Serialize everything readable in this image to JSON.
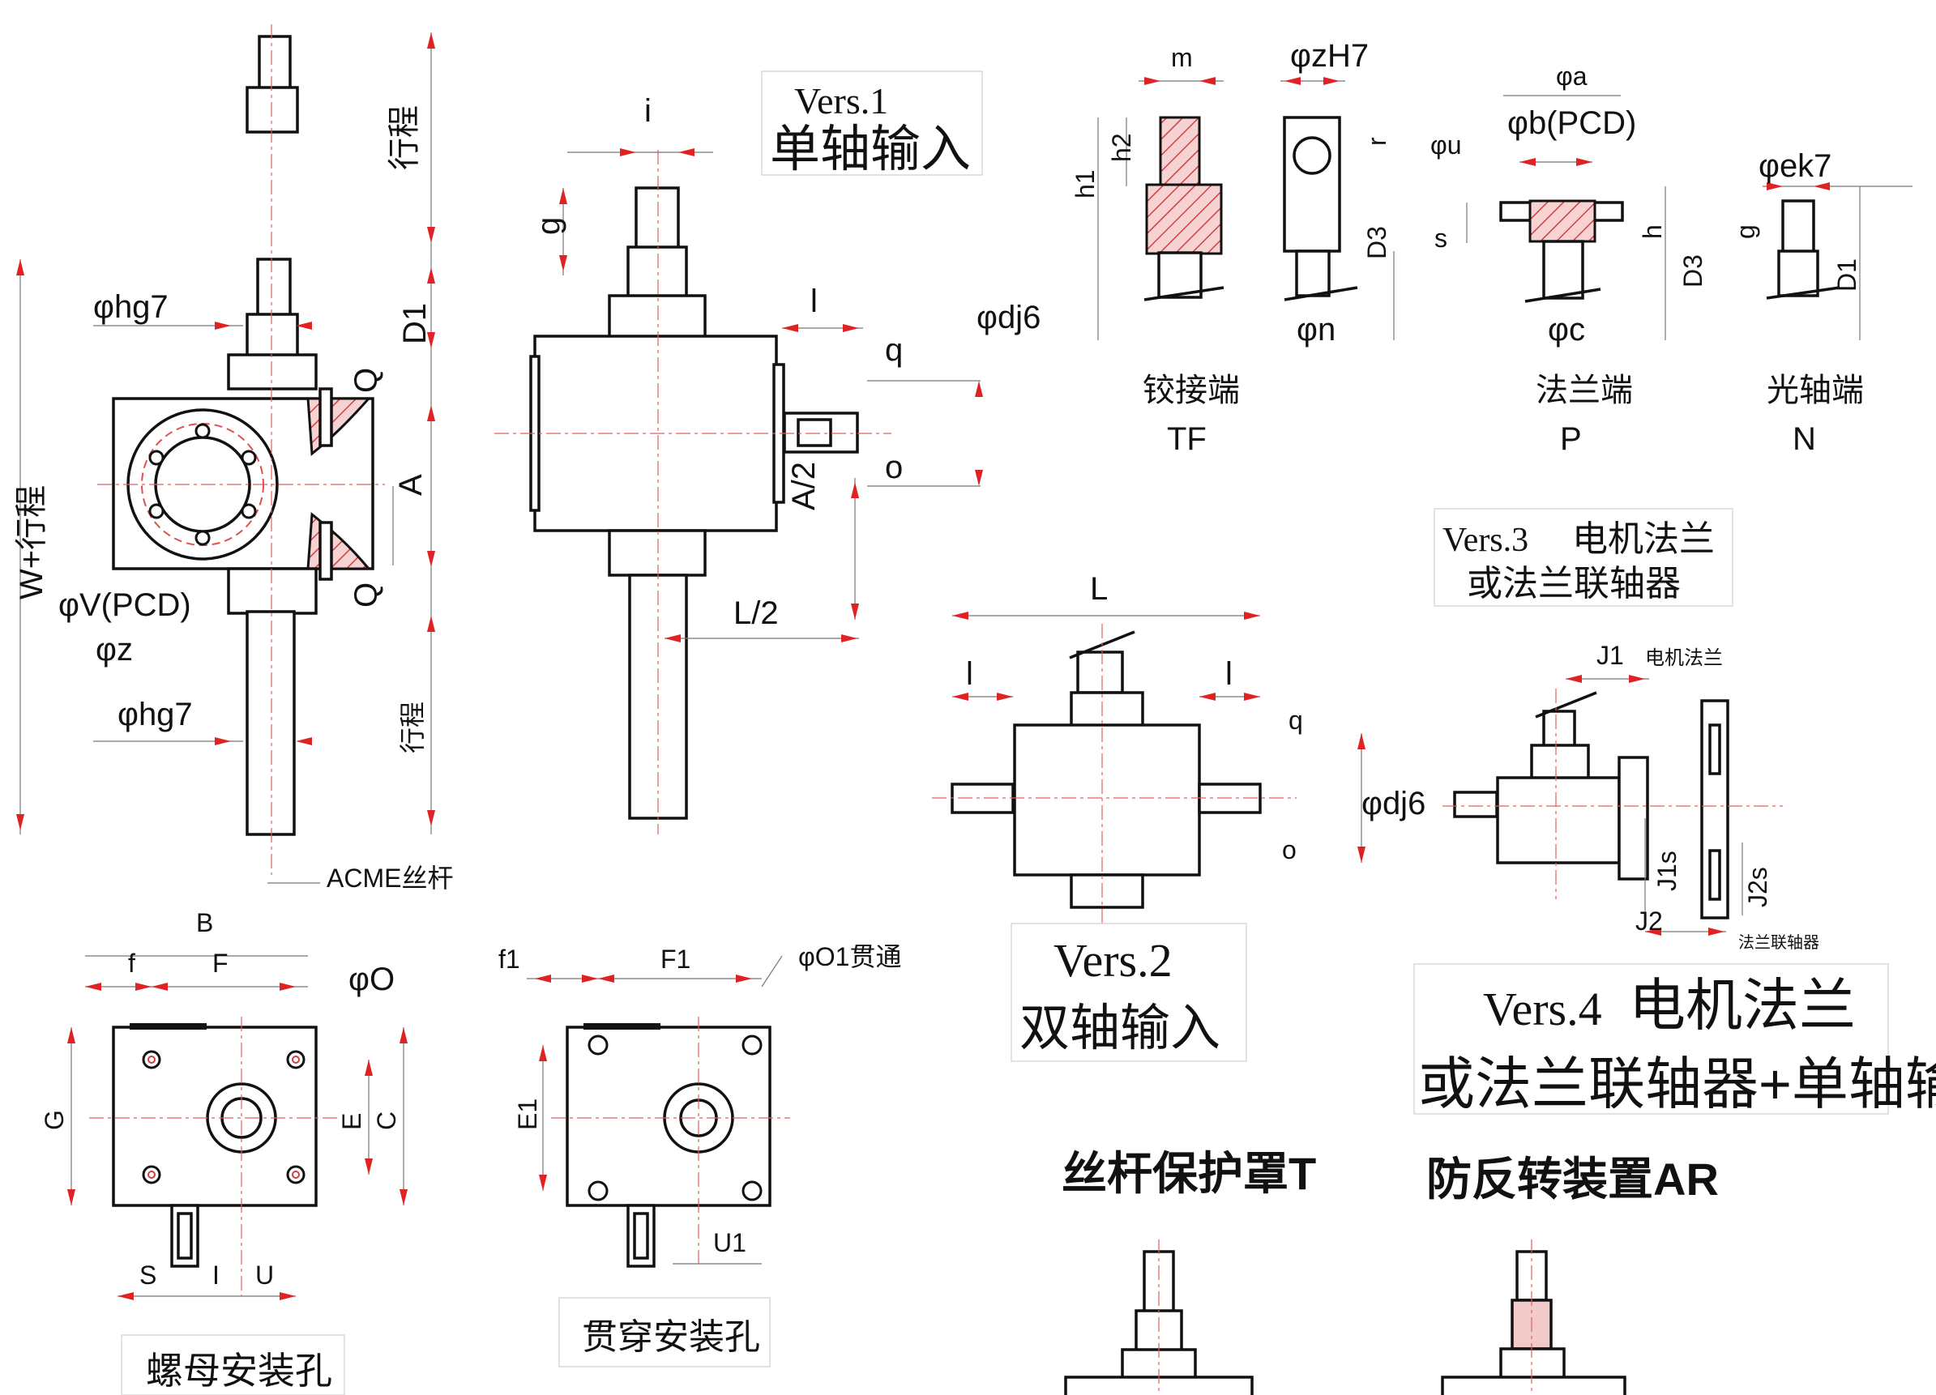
{
  "versions": {
    "v1": {
      "code": "Vers.1",
      "text": "单轴输入"
    },
    "v2": {
      "code": "Vers.2",
      "text": "双轴输入"
    },
    "v3": {
      "code": "Vers.3",
      "text1": "电机法兰",
      "text2": "或法兰联轴器"
    },
    "v4": {
      "code": "Vers.4",
      "text1": "电机法兰",
      "text2": "或法兰联轴器+单轴输入"
    }
  },
  "end_types": {
    "tf": {
      "name": "铰接端",
      "code": "TF"
    },
    "p": {
      "name": "法兰端",
      "code": "P"
    },
    "n": {
      "name": "光轴端",
      "code": "N"
    }
  },
  "dims": {
    "stroke": "行程",
    "w_stroke": "W+行程",
    "hg7": "φhg7",
    "hg7_lower": "φhg7",
    "v_pcd": "φV(PCD)",
    "z": "φz",
    "d1": "D1",
    "q_upper": "Q",
    "q_lower": "Q",
    "a": "A",
    "acme": "ACME丝杆",
    "i": "i",
    "g": "g",
    "l": "l",
    "q": "q",
    "o": "o",
    "a2": "A/2",
    "l2": "L/2",
    "dj6": "φdj6",
    "m": "m",
    "zh7": "φzH7",
    "h1": "h1",
    "h2": "h2",
    "r": "r",
    "d3": "D3",
    "n": "φn",
    "a_small": "φa",
    "b_pcd": "φb(PCD)",
    "u": "φu",
    "s": "s",
    "h": "h",
    "c": "φc",
    "ek7": "φek7",
    "g_n": "g",
    "d1_n": "D1",
    "L": "L",
    "l_left": "l",
    "l_right": "l",
    "q2": "q",
    "o2": "o",
    "dj6_2": "φdj6",
    "j1": "J1",
    "motor_flange": "电机法兰",
    "j1s": "J1s",
    "j2": "J2",
    "j2s": "J2s",
    "flange_coupling": "法兰联轴器",
    "B": "B",
    "f": "f",
    "F": "F",
    "o_hole": "φO",
    "G": "G",
    "E": "E",
    "C": "C",
    "S": "S",
    "I": "I",
    "U": "U",
    "f1": "f1",
    "F1": "F1",
    "o1": "φO1贯通",
    "E1": "E1",
    "U1": "U1"
  },
  "captions": {
    "nut_holes": "螺母安装孔",
    "through_holes": "贯穿安装孔",
    "cover": "丝杆保护罩T",
    "anti_rotation": "防反转装置AR"
  }
}
